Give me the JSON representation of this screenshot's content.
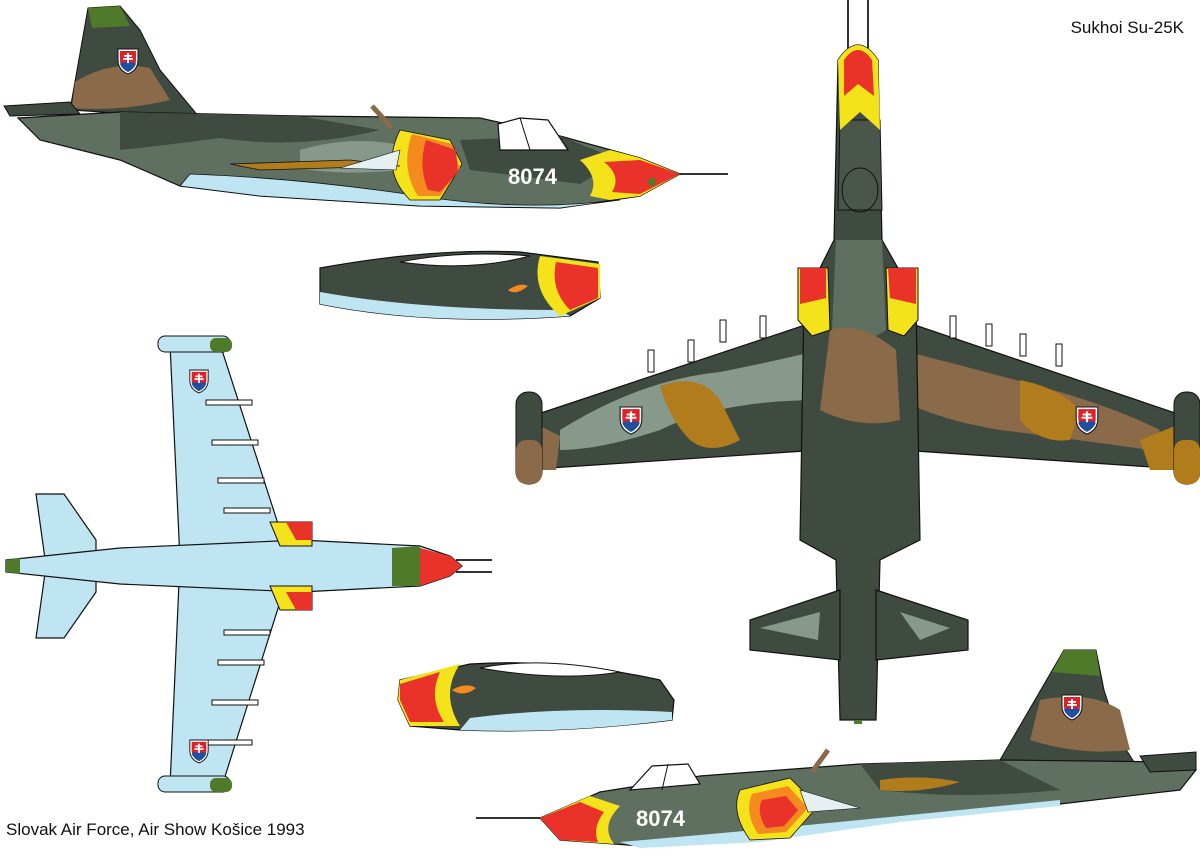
{
  "title": "Sukhoi Su-25K",
  "caption": "Slovak Air Force,  Air Show Košice 1993",
  "serial": "8074",
  "colors": {
    "dark_green": "#3f4a40",
    "mid_green": "#5f7060",
    "light_green": "#87998a",
    "brown": "#8a6a48",
    "ochre": "#b07c1c",
    "underside_blue": "#bfe4f2",
    "flame_red": "#e8322a",
    "flame_orange": "#f58a1f",
    "flame_yellow": "#f4e21a",
    "olive_tip": "#4f7a2a",
    "roundel_red": "#e01f26",
    "roundel_blue": "#1f4fa0"
  }
}
